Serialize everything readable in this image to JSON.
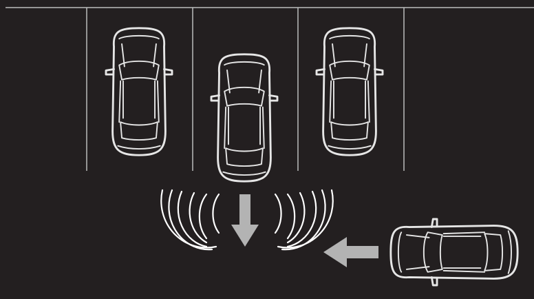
{
  "scene": {
    "description_label": "",
    "colors": {
      "background": "#231f20",
      "outline": "#e6e6e6",
      "parking_line": "#bdbdbd",
      "arrow": "#b3b3b3",
      "sensor_waves": "#ffffff"
    }
  },
  "parked_cars": [
    {
      "name": "parked-car-left",
      "state": "parked"
    },
    {
      "name": "reversing-car",
      "state": "reversing out"
    },
    {
      "name": "parked-car-right",
      "state": "parked"
    }
  ],
  "approaching_car": {
    "name": "approaching-car",
    "direction": "left"
  },
  "icons": [
    "car-top-view-icon",
    "arrow-down-icon",
    "arrow-left-icon",
    "sensor-wave-icon"
  ]
}
